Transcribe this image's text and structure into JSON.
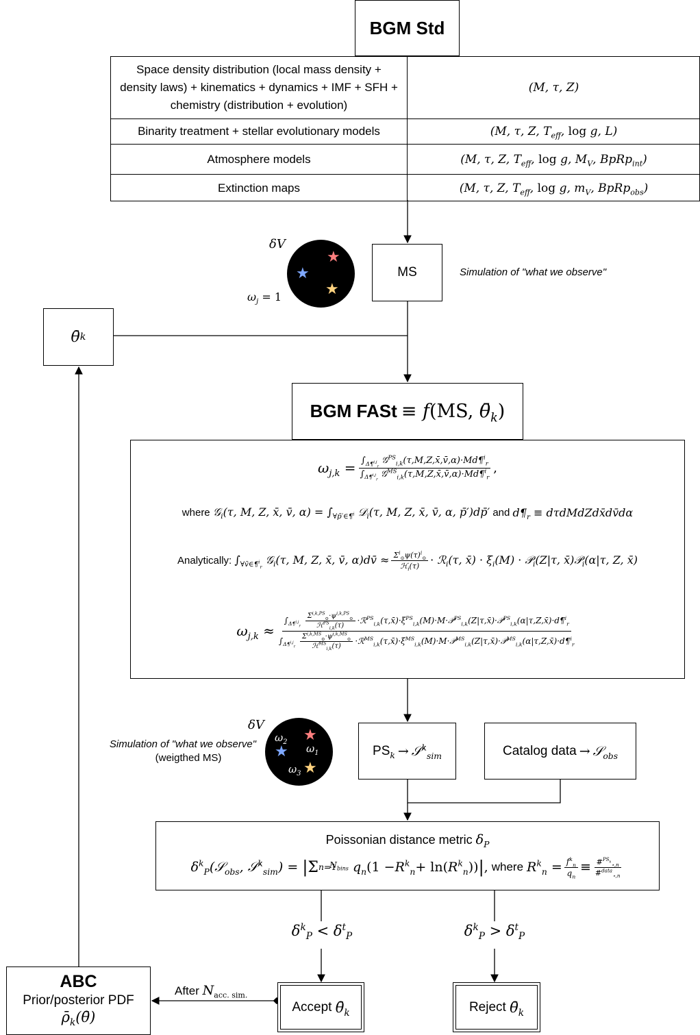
{
  "top": {
    "title": "BGM Std"
  },
  "model_table": {
    "rows": [
      {
        "left": "Space density distribution (local mass density + density laws) + kinematics + dynamics + IMF + SFH + chemistry (distribution + evolution)",
        "right": "(M, τ, Z)"
      },
      {
        "left": "Binarity treatment + stellar evolutionary models",
        "right": "(M, τ, Z, T_eff, log g, L)"
      },
      {
        "left": "Atmosphere models",
        "right": "(M, τ, Z, T_eff, log g, M_V, BpRp_int)"
      },
      {
        "left": "Extinction maps",
        "right": "(M, τ, Z, T_eff, log g, m_V, BpRp_obs)"
      }
    ]
  },
  "ms_block": {
    "box_label": "MS",
    "caption": "Simulation of \"what we observe\"",
    "delta_v": "δV",
    "weight": "ω_j = 1",
    "star_colors": [
      "#ff7f7f",
      "#7fa8ff",
      "#ffd27f"
    ]
  },
  "theta_box": {
    "label": "θ̄_k"
  },
  "fast": {
    "title_bold": "BGM FASt",
    "title_math": "≡ f(MS, θ̄_k)"
  },
  "equations": {
    "eq1_lhs": "ω_{j,k} =",
    "eq1_num": "∫_{Δ¶_r^{i,j}} 𝒢_{i,k}^{PS}(τ,M,Z,x̄,v̄,α)·Md¶_r^i",
    "eq1_den": "∫_{Δ¶_r^{i,j}} 𝒢_{i,k}^{MS}(τ,M,Z,x̄,v̄,α)·Md¶_r^i",
    "where_prefix": "where",
    "where_math": "𝒢_i(τ, M, Z, x̄, v̄, α) = ∫_{∀p̄′∈¶^i} 𝒟_i(τ, M, Z, x̄, v̄, α, p̄′)dp̄′",
    "where_and": "and",
    "where_math2": "d¶_r ≡ dτdMdZdx̄dv̄dα",
    "analytic_prefix": "Analytically:",
    "analytic_math": "∫_{∀v̄∈¶_r^i} 𝒢_i(τ, M, Z, x̄, v̄, α)dv̄ ≈ Σ_⊙^i ψ(τ)_⊙^i / ℋ_i(τ) · ℛ_i(τ, x̄) · ξ_i(M) · 𝒫_i(Z|τ, x̄)𝒫_i(α|τ, Z, x̄)",
    "eq2_lhs": "ω_{j,k} ≈",
    "eq2_num": "∫_{Δ¶_r^{i,j}} (Σ_⊙^{i,k,PS}·ψ_⊙^{i,k,PS} / ℋ_{i,k}^{PS}(τ))·ℛ_{i,k}^{PS}(τ,x̄)·ξ_{i,k}^{PS}(M)·M·𝒫_{i,k}^{PS}(Z|τ,x̄)·𝒫_{i,k}^{PS}(α|τ,Z,x̄)·d¶_r^i",
    "eq2_den": "∫_{Δ¶_r^{i,j}} (Σ_⊙^{i,k,MS}·ψ_⊙^{i,k,MS} / ℋ_{i,k}^{MS}(τ))·ℛ_{i,k}^{MS}(τ,x̄)·ξ_{i,k}^{MS}(M)·M·𝒫_{i,k}^{MS}(Z|τ,x̄)·𝒫_{i,k}^{MS}(α|τ,Z,x̄)·d¶_r^i"
  },
  "sim_block": {
    "caption1": "Simulation of \"what we observe\"",
    "caption2": "(weigthed MS)",
    "delta_v": "δV",
    "w1": "ω₁",
    "w2": "ω₂",
    "w3": "ω₃"
  },
  "ps_box": {
    "label": "PS_k → 𝒮_sim^k"
  },
  "catalog_box": {
    "label": "Catalog data → 𝒮_obs"
  },
  "metric": {
    "title": "Poissonian distance metric δ_P",
    "formula": "δ_P^k(𝒮_obs, 𝒮_sim^k) = |Σ_{n=1}^{N_bins} q_n(1 − R_n^k + ln(R_n^k))|, where R_n^k = f_n^k / q_n ≡ #_{⋆,n}^{PS_k} / #_{⋆,n}^{data}",
    "where_text": "where"
  },
  "branches": {
    "left": "δ_P^k < δ_P^t",
    "right": "δ_P^k > δ_P^t"
  },
  "accept": {
    "label": "Accept θ̄_k"
  },
  "reject": {
    "label": "Reject θ̄_k"
  },
  "abc": {
    "title": "ABC",
    "subtitle": "Prior/posterior PDF",
    "math": "ρ̄_k(θ̄)"
  },
  "after_label": "After N_acc. sim."
}
